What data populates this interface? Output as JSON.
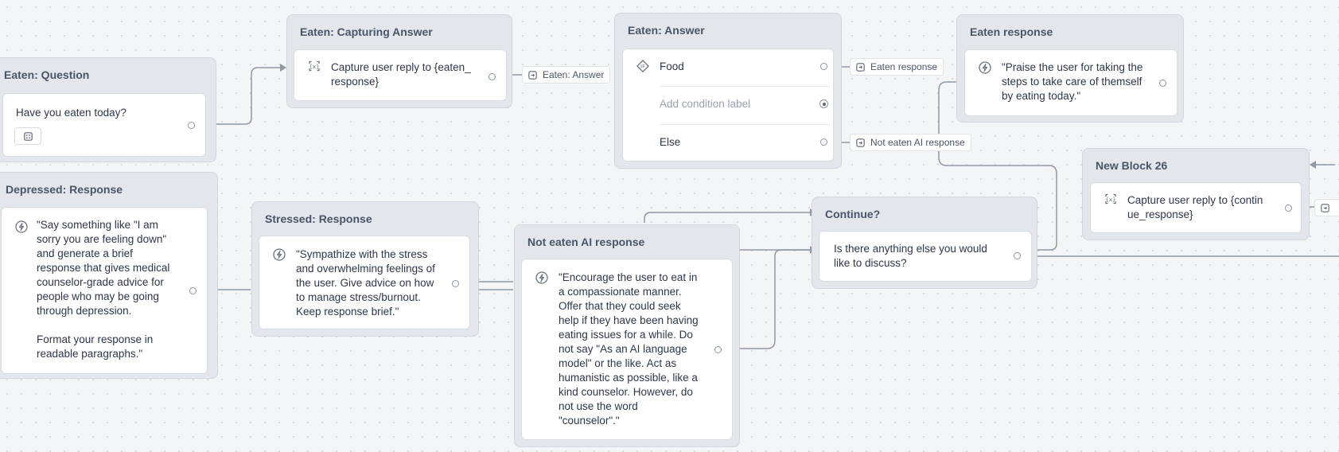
{
  "blocks": {
    "eaten_question": {
      "title": "Eaten: Question",
      "text": "Have you eaten today?"
    },
    "eaten_capturing": {
      "title": "Eaten: Capturing Answer",
      "line1": "Capture user reply to {eaten_",
      "line2": "response}"
    },
    "eaten_answer": {
      "title": "Eaten: Answer",
      "conditions": [
        {
          "label": "Food"
        },
        {
          "label": "Add condition label"
        },
        {
          "label": "Else"
        }
      ]
    },
    "eaten_response": {
      "title": "Eaten response",
      "lines": [
        "\"Praise the user for taking the",
        "steps to take care of themself",
        "by eating today.\""
      ]
    },
    "new_block_26": {
      "title": "New Block 26",
      "line1": "Capture user reply to {contin",
      "line2": "ue_response}"
    },
    "depressed_response": {
      "title": "Depressed: Response",
      "lines": [
        "\"Say something like \"I am",
        "sorry you are feeling down\"",
        "and generate a brief",
        "response that gives medical",
        "counselor-grade advice for",
        "people who may be going",
        "through depression.",
        "",
        "Format your response in",
        "readable paragraphs.\""
      ]
    },
    "stressed_response": {
      "title": "Stressed: Response",
      "lines": [
        "\"Sympathize with the stress",
        "and overwhelming feelings of",
        "the user. Give advice on how",
        "to manage stress/burnout.",
        "Keep response brief.\""
      ]
    },
    "not_eaten_ai": {
      "title": "Not eaten AI response",
      "lines": [
        "\"Encourage the user to eat in",
        "a compassionate manner.",
        "Offer that they could seek",
        "help if they have been having",
        "eating issues for a while. Do",
        "not say \"As an AI language",
        "model\" or the like. Act as",
        "humanistic as possible, like a",
        "kind counselor. However, do",
        "not use the word",
        "\"counselor\".\""
      ]
    },
    "continue": {
      "title": "Continue?",
      "lines": [
        "Is there anything else you would",
        "like to discuss?"
      ]
    }
  },
  "links": {
    "eaten_answer": "Eaten: Answer",
    "eaten_response": "Eaten response",
    "not_eaten_ai_response": "Not eaten AI response"
  },
  "colors": {
    "canvas": "#f4f5f7",
    "block": "#e3e6eb",
    "card": "#ffffff",
    "edge": "#8f98a4"
  }
}
